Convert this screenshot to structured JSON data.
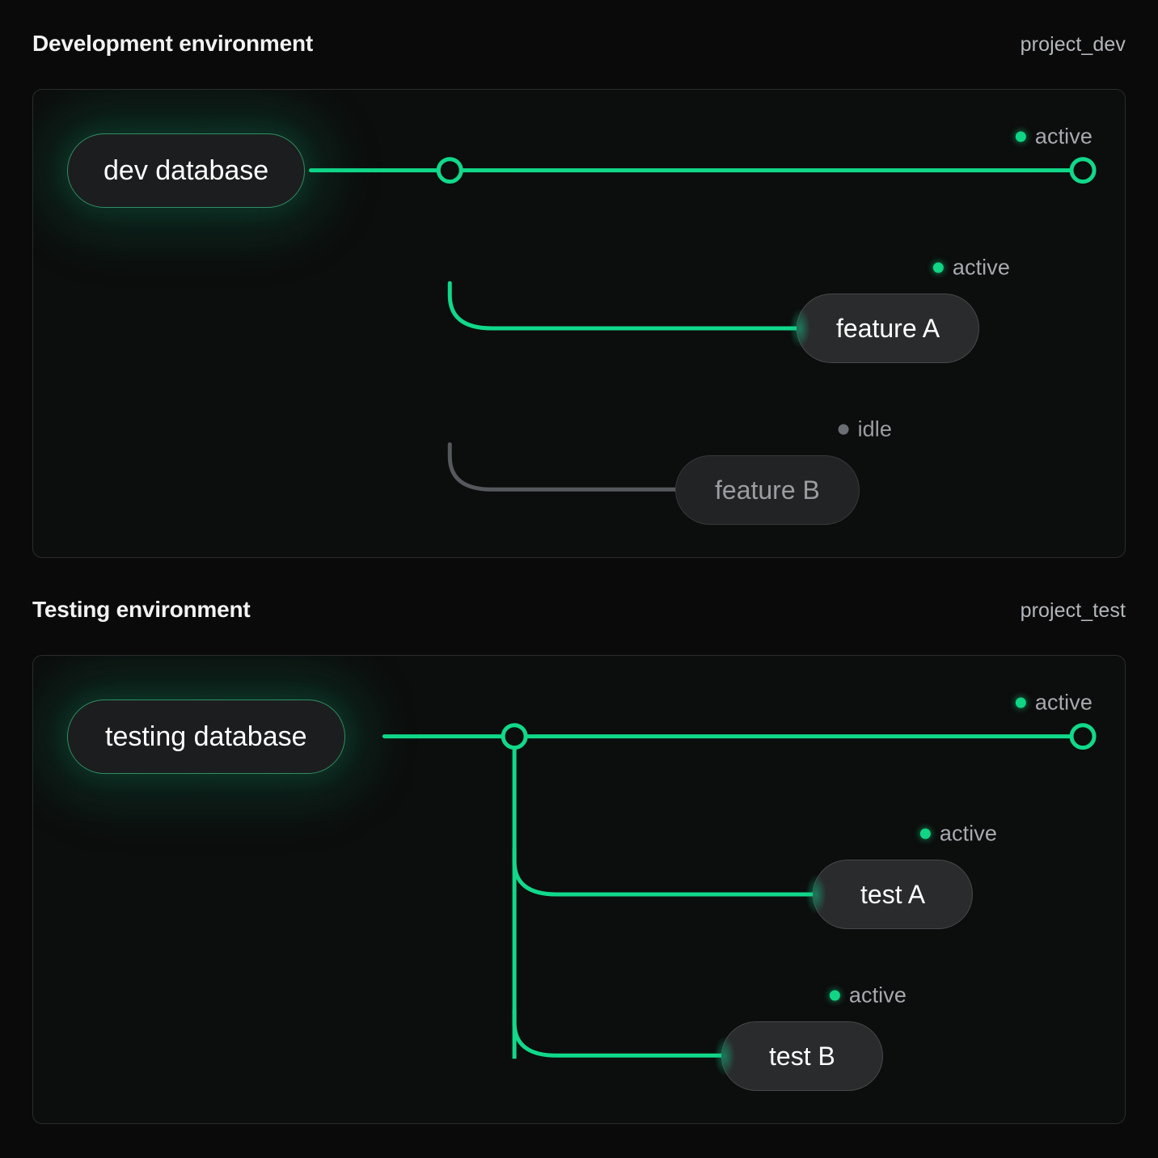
{
  "theme": {
    "background": "#0a0a0a",
    "panel_bg": "#0c0d0d",
    "panel_border": "#2a2c2c",
    "accent_active": "#10d584",
    "accent_wire": "#10d98a",
    "idle_gray": "#6b6e73",
    "idle_wire": "#55585c",
    "text_primary": "#f2f2f3",
    "text_muted": "#a6a9ae"
  },
  "sections": [
    {
      "id": "development",
      "title": "Development environment",
      "tag": "project_dev",
      "database": {
        "label": "dev database",
        "state": "active"
      },
      "trunk_status": {
        "label": "active",
        "state": "active"
      },
      "branches": [
        {
          "label": "feature A",
          "status": "active",
          "state": "active"
        },
        {
          "label": "feature B",
          "status": "idle",
          "state": "idle"
        }
      ]
    },
    {
      "id": "testing",
      "title": "Testing environment",
      "tag": "project_test",
      "database": {
        "label": "testing database",
        "state": "active"
      },
      "trunk_status": {
        "label": "active",
        "state": "active"
      },
      "branches": [
        {
          "label": "test A",
          "status": "active",
          "state": "active"
        },
        {
          "label": "test B",
          "status": "active",
          "state": "active"
        }
      ]
    }
  ]
}
